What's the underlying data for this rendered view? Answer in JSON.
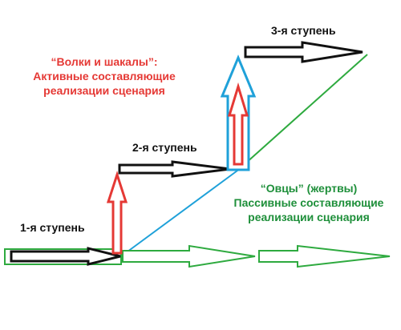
{
  "colors": {
    "black": "#111111",
    "red": "#e53935",
    "green": "#2eaa3f",
    "blue": "#1fa1d9",
    "red_text": "#e53935",
    "green_text": "#1e8f3a"
  },
  "steps": {
    "step1": "1-я ступень",
    "step2": "2-я ступень",
    "step3": "3-я ступень"
  },
  "wolves": {
    "title": "“Волки и шакалы”:",
    "line1": "Активные составляющие",
    "line2": "реализации сценария"
  },
  "sheep": {
    "title": "“Овцы” (жертвы)",
    "line1": "Пассивные составляющие",
    "line2": "реализации сценария"
  }
}
